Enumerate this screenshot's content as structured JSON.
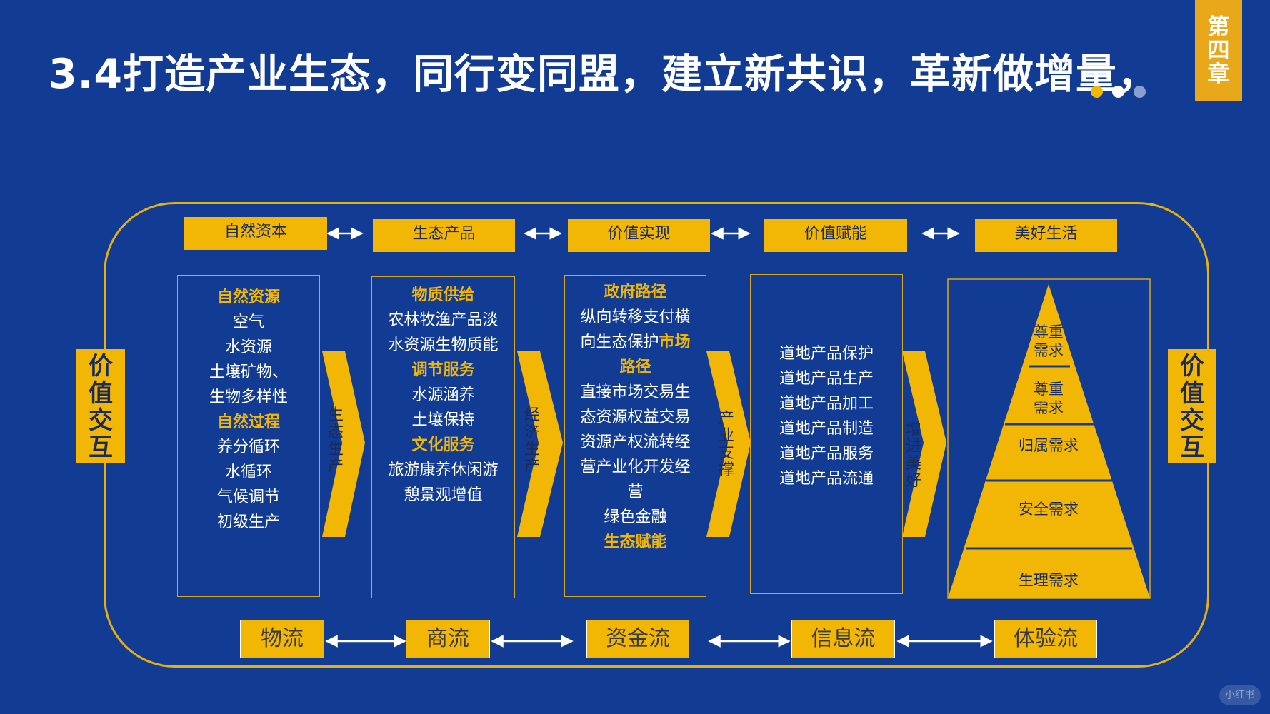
{
  "title": "3.4打造产业生态，同行变同盟，建立新共识，革新做增量，",
  "chapter": [
    "第",
    "四",
    "章"
  ],
  "colors": {
    "background": "#123c93",
    "gold": "#f2b705",
    "chapter_tab": "#e8a81a"
  },
  "side_left": [
    "价",
    "值",
    "交",
    "互"
  ],
  "side_right": [
    "价",
    "值",
    "交",
    "互"
  ],
  "headers": [
    "自然资本",
    "生态产品",
    "价值实现",
    "价值赋能",
    "美好生活"
  ],
  "columns": {
    "c1": [
      {
        "text": "自然资源",
        "gold": true
      },
      {
        "text": "空气",
        "gold": false
      },
      {
        "text": "水资源",
        "gold": false
      },
      {
        "text": "土壤矿物、",
        "gold": false
      },
      {
        "text": "生物多样性",
        "gold": false
      },
      {
        "text": "自然过程",
        "gold": true
      },
      {
        "text": "养分循环",
        "gold": false
      },
      {
        "text": "水循环",
        "gold": false
      },
      {
        "text": "气候调节",
        "gold": false
      },
      {
        "text": "初级生产",
        "gold": false
      }
    ],
    "c2": [
      {
        "text": "物质供给",
        "gold": true
      },
      {
        "text": "农林牧渔产品淡",
        "gold": false
      },
      {
        "text": "水资源生物质能",
        "gold": false
      },
      {
        "text": "调节服务",
        "gold": true
      },
      {
        "text": "水源涵养",
        "gold": false
      },
      {
        "text": "土壤保持",
        "gold": false
      },
      {
        "text": "文化服务",
        "gold": true
      },
      {
        "text": "旅游康养休闲游",
        "gold": false
      },
      {
        "text": "憩景观增值",
        "gold": false
      }
    ],
    "c3": {
      "l0": "政府路径",
      "l1": "纵向转移支付横",
      "l2a": "向生态保护",
      "l2b": "市场",
      "l3": "路径",
      "l4": "直接市场交易生",
      "l5": "态资源权益交易",
      "l6": "资源产权流转经",
      "l7": "营产业化开发经",
      "l8": "营",
      "l9": "绿色金融",
      "l10": "生态赋能"
    },
    "c4": [
      "道地产品保护",
      "道地产品生产",
      "道地产品加工",
      "道地产品制造",
      "道地产品服务",
      "道地产品流通"
    ]
  },
  "arrows": [
    [
      "生",
      "态",
      "生",
      "产"
    ],
    [
      "经",
      "济",
      "生",
      "产"
    ],
    [
      "产",
      "业",
      "支",
      "撑"
    ],
    [
      "增",
      "进",
      "美",
      "好"
    ]
  ],
  "pyramid": {
    "l1": [
      "尊重",
      "需求"
    ],
    "l2": [
      "尊重",
      "需求"
    ],
    "l3": "归属需求",
    "l4": "安全需求",
    "l5": "生理需求"
  },
  "flows": [
    "物流",
    "商流",
    "资金流",
    "信息流",
    "体验流"
  ],
  "watermark": "小红书"
}
